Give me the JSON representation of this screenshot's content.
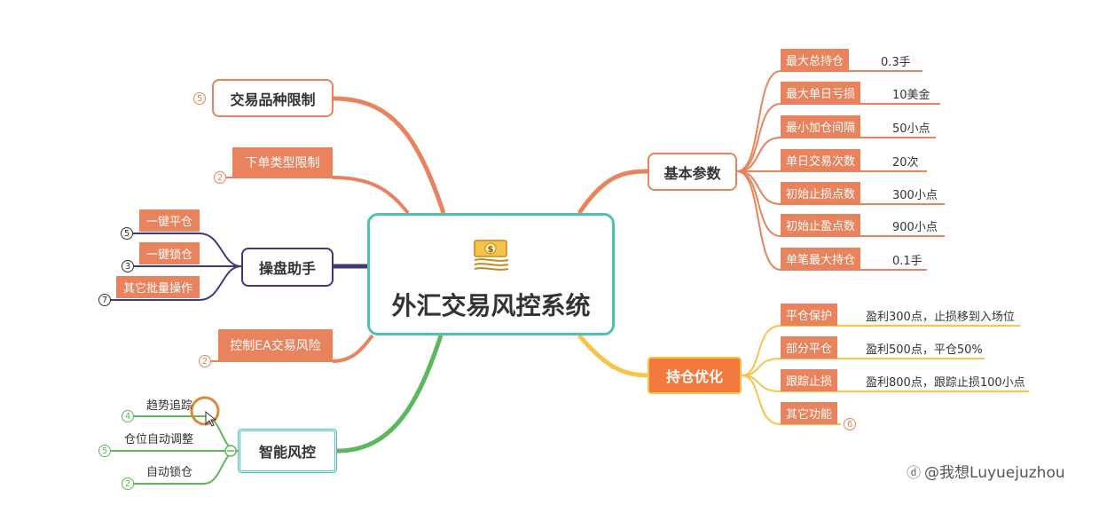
{
  "central": {
    "title": "外汇交易风控系统",
    "icon": "money-stack-icon"
  },
  "left": {
    "trade_symbols": {
      "label": "交易品种限制",
      "count": "5"
    },
    "order_types": {
      "label": "下单类型限制",
      "count": "2"
    },
    "helper": {
      "label": "操盘助手",
      "children": [
        {
          "label": "一键平仓",
          "count": "5"
        },
        {
          "label": "一键锁仓",
          "count": "3"
        },
        {
          "label": "其它批量操作",
          "count": "7"
        }
      ]
    },
    "ea_control": {
      "label": "控制EA交易风险",
      "count": "2"
    },
    "smart": {
      "label": "智能风控",
      "children": [
        {
          "label": "趋势追踪",
          "count": "4"
        },
        {
          "label": "仓位自动调整",
          "count": "5"
        },
        {
          "label": "自动锁仓",
          "count": "2"
        }
      ]
    }
  },
  "right": {
    "basic": {
      "label": "基本参数",
      "params": [
        {
          "name": "最大总持仓",
          "value": "0.3手"
        },
        {
          "name": "最大单日亏损",
          "value": "10美金"
        },
        {
          "name": "最小加仓间隔",
          "value": "50小点"
        },
        {
          "name": "单日交易次数",
          "value": "20次"
        },
        {
          "name": "初始止损点数",
          "value": "300小点"
        },
        {
          "name": "初始止盈点数",
          "value": "900小点"
        },
        {
          "name": "单笔最大持仓",
          "value": "0.1手"
        }
      ]
    },
    "position": {
      "label": "持仓优化",
      "items": [
        {
          "name": "平仓保护",
          "value": "盈利300点，止损移到入场位"
        },
        {
          "name": "部分平仓",
          "value": "盈利500点，平仓50%"
        },
        {
          "name": "跟踪止损",
          "value": "盈利800点，跟踪止损100小点"
        },
        {
          "name": "其它功能",
          "count": "6"
        }
      ]
    }
  },
  "watermark": "@我想Luyuejuzhou",
  "colors": {
    "orange": "#e8835d",
    "purple": "#3f3a79",
    "green": "#5cb85c",
    "gold": "#f7c34a",
    "teal": "#4fc1b1"
  }
}
